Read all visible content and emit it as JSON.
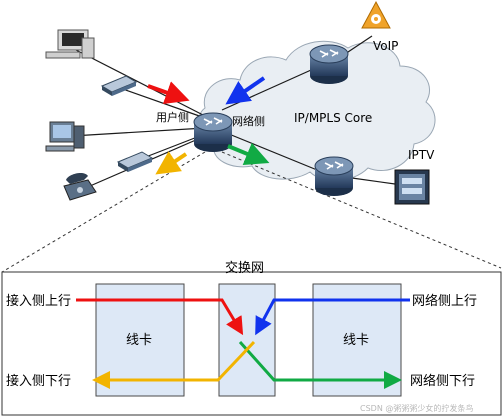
{
  "labels": {
    "voip": "VoIP",
    "core": "IP/MPLS Core",
    "iptv": "IPTV",
    "user_side": "用户侧",
    "network_side": "网络侧",
    "switch_fabric": "交换网",
    "line_card_left": "线卡",
    "line_card_right": "线卡",
    "access_up": "接入侧上行",
    "access_down": "接入侧下行",
    "network_up": "网络侧上行",
    "network_down": "网络侧下行"
  },
  "watermark": "CSDN @粥粥粥少女的拧发条鸟",
  "colors": {
    "red": "#ee1111",
    "blue": "#1133ee",
    "green": "#11aa44",
    "yellow": "#f2b400",
    "router": "#2e4a6e",
    "cloud": "#e9eef3",
    "card": "#dde8f6"
  }
}
